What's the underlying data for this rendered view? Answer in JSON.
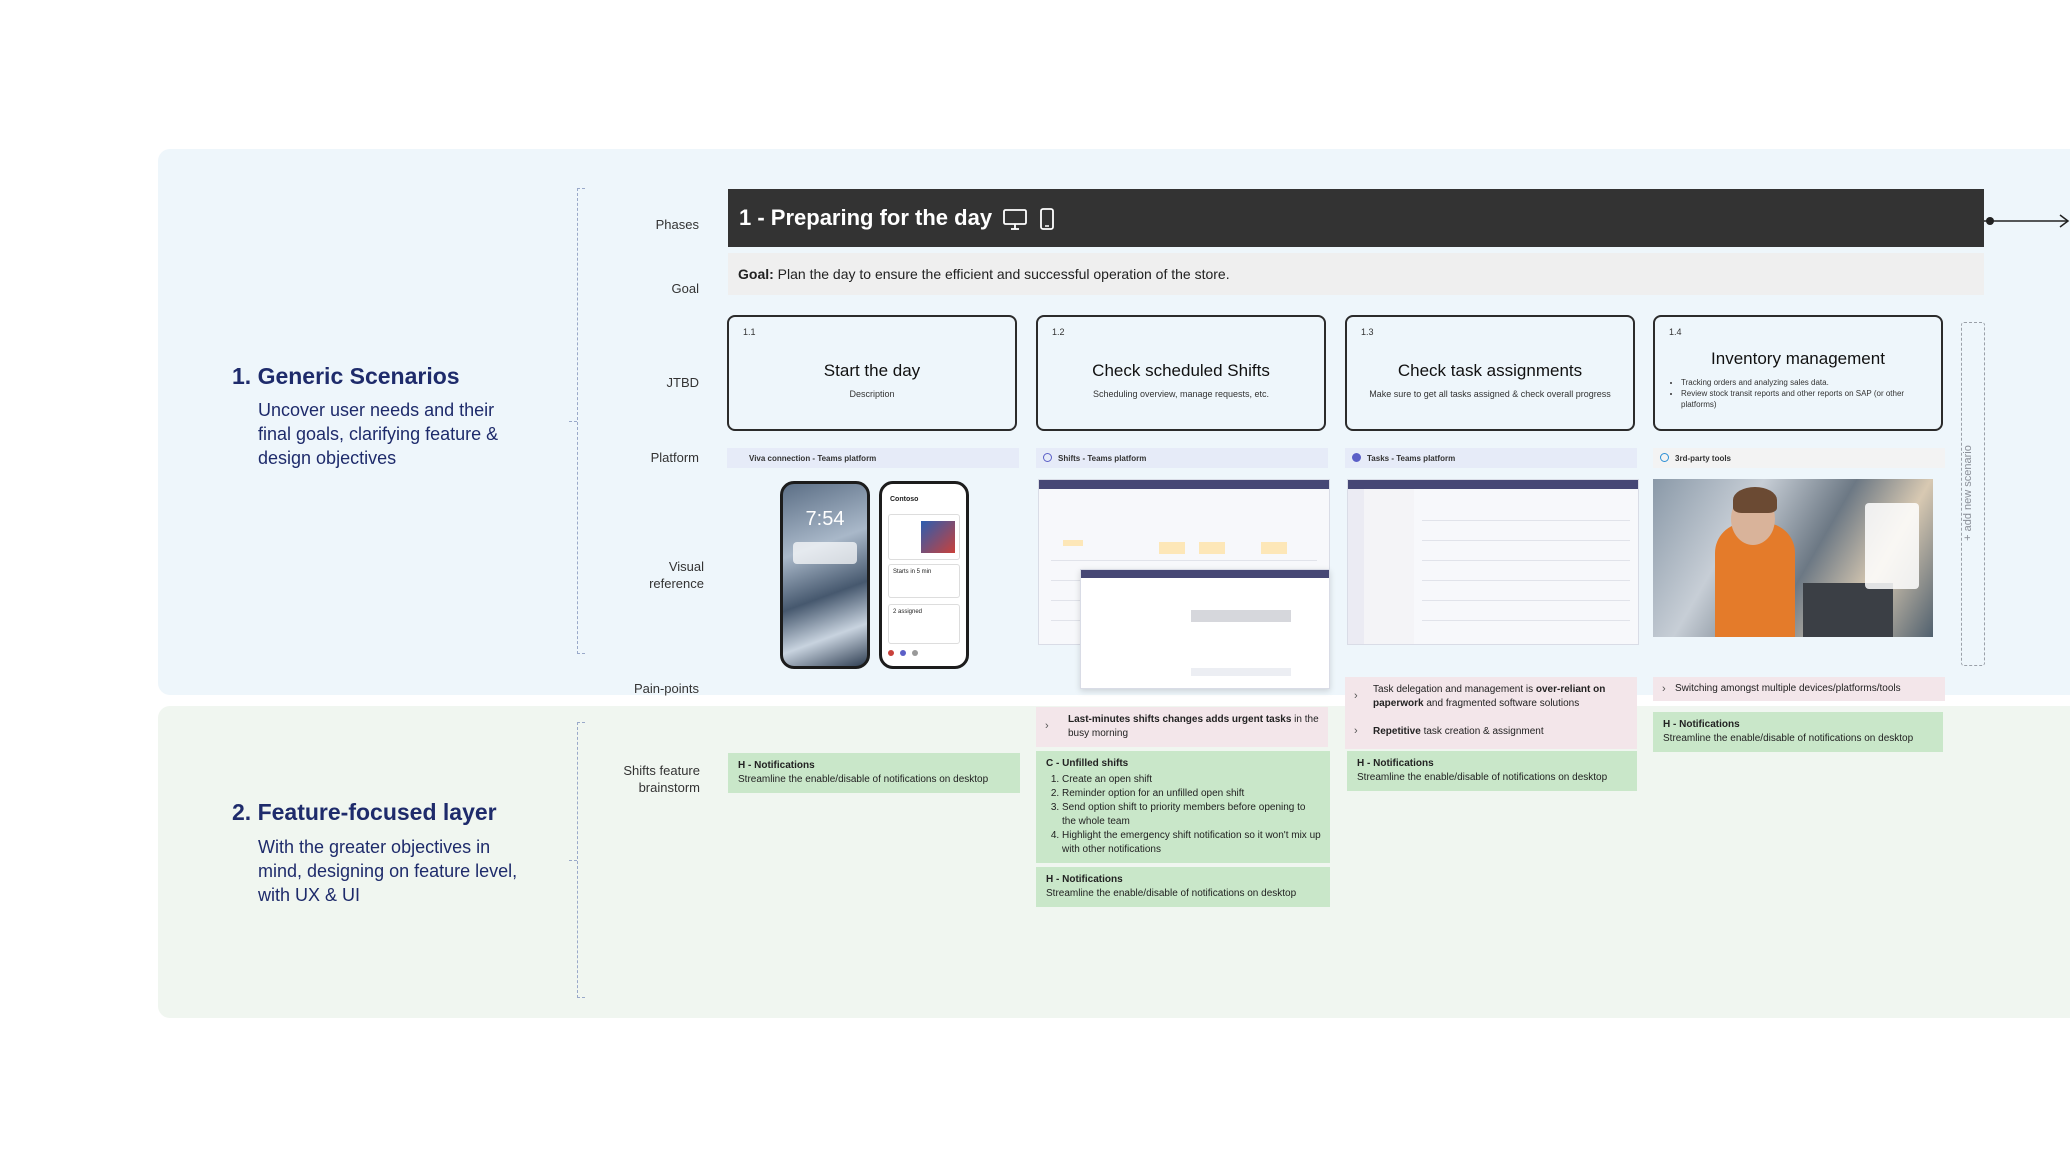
{
  "layers": [
    {
      "number": "1.",
      "title": "Generic Scenarios",
      "description": "Uncover user needs and their final goals, clarifying feature & design objectives"
    },
    {
      "number": "2.",
      "title": "Feature-focused layer",
      "description": "With the greater objectives in mind, designing on feature level, with UX & UI"
    }
  ],
  "row_labels": {
    "phases": "Phases",
    "goal": "Goal",
    "jtbd": "JTBD",
    "platform": "Platform",
    "visual": "Visual reference",
    "pain": "Pain-points",
    "shifts": "Shifts feature brainstorm"
  },
  "phase": {
    "title": "1 - Preparing for the day",
    "icons": [
      "desktop-icon",
      "mobile-icon"
    ]
  },
  "goal": {
    "label": "Goal:",
    "text": "Plan the day to ensure the efficient and successful operation of the store."
  },
  "jtbd": [
    {
      "num": "1.1",
      "title": "Start the day",
      "desc": "Description"
    },
    {
      "num": "1.2",
      "title": "Check scheduled Shifts",
      "desc": "Scheduling overview, manage requests, etc."
    },
    {
      "num": "1.3",
      "title": "Check task assignments",
      "desc": "Make sure to get all tasks assigned & check overall progress"
    },
    {
      "num": "1.4",
      "title": "Inventory management",
      "bullets": [
        "Tracking orders and analyzing sales data.",
        "Review stock transit reports and other reports on SAP (or other platforms)"
      ]
    }
  ],
  "platforms": [
    "Viva connection  - Teams platform",
    "Shifts - Teams platform",
    "Tasks - Teams platform",
    "3rd-party tools"
  ],
  "phone_screen": {
    "time": "7:54",
    "app": "Contoso",
    "card1": "Starts in 5 min",
    "card2": "2 assigned"
  },
  "pain_points": {
    "col2": [
      {
        "bold": "Last-minutes shifts changes adds urgent tasks",
        "rest": " in the busy morning"
      }
    ],
    "col3": [
      {
        "pre": "Task delegation and management is ",
        "bold": "over-reliant on paperwork",
        "rest": " and fragmented software solutions"
      },
      {
        "pre": "",
        "bold": "Repetitive",
        "rest": " task creation & assignment"
      }
    ],
    "col4": [
      {
        "pre": "Switching amongst multiple devices/platforms/tools",
        "bold": "",
        "rest": ""
      }
    ]
  },
  "features": {
    "notif_title": "H - Notifications",
    "notif_text": "Streamline the enable/disable of notifications on desktop",
    "unfilled_title": "C - Unfilled shifts",
    "unfilled_items": [
      "Create an open shift",
      "Reminder option for an unfilled open shift",
      "Send option shift to priority members before opening to the whole team",
      "Highlight the emergency shift notification so it won't mix up with other notifications"
    ]
  },
  "add_new": "+ add new scenario"
}
